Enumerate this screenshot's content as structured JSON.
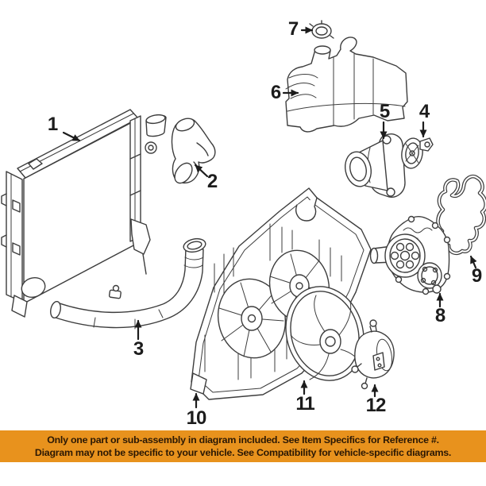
{
  "callouts": [
    "1",
    "2",
    "3",
    "4",
    "5",
    "6",
    "7",
    "8",
    "9",
    "10",
    "11",
    "12"
  ],
  "notice": {
    "line1": "Only one part or sub-assembly in diagram included. See Item Specifics for Reference #.",
    "line2": "Diagram may not be specific to your vehicle. See Compatibility for vehicle-specific diagrams.",
    "background_color": "#e8921d",
    "text_color": "#2b1804"
  },
  "art_colors": {
    "line_art": "#3d3d3d",
    "callout_text": "#1c1c1c",
    "background": "#ffffff"
  }
}
